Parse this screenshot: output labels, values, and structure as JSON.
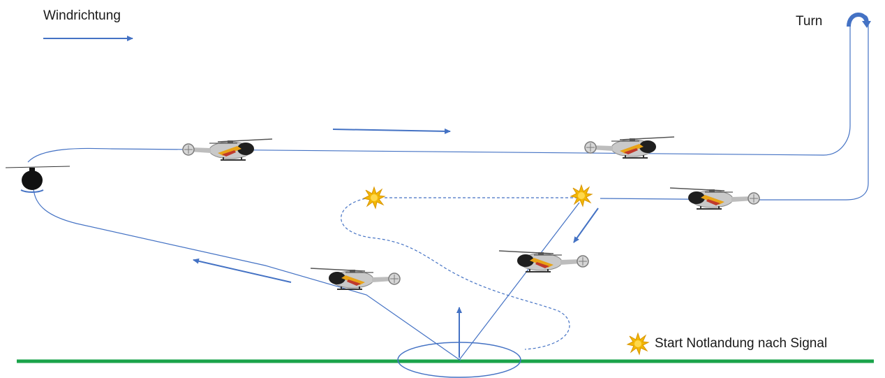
{
  "labels": {
    "wind_direction": "Windrichtung",
    "turn": "Turn",
    "legend_start": "Start Notlandung nach Signal"
  },
  "colors": {
    "path": "#4472c4",
    "ground": "#1aa34a",
    "burst": "#f2b705",
    "burst_core": "#ffd84a",
    "heli_body": "#c9c9c9",
    "heli_stripe": "#e8a317",
    "heli_stripe2": "#c0392b",
    "heli_dark": "#222222"
  },
  "icons": {
    "helicopter": "helicopter-icon",
    "start_marker": "starburst-icon",
    "turn": "u-turn-arrow-icon"
  }
}
